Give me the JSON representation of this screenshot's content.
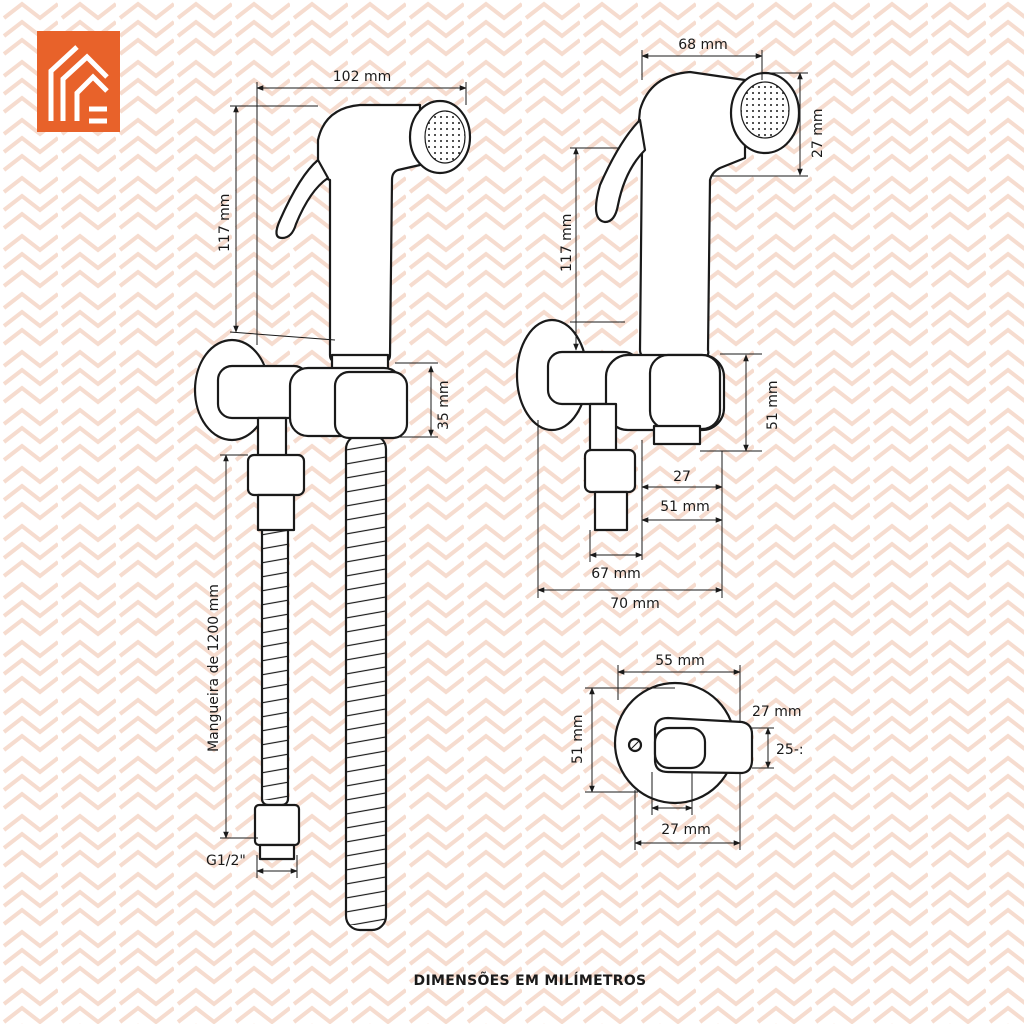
{
  "colors": {
    "brand": "#e8622a",
    "pattern": "#f6dccf",
    "line": "#1a1a1a"
  },
  "logo": {
    "icon": "brand-logo-icon"
  },
  "views": {
    "side": {
      "width": "102 mm",
      "height": "117 mm",
      "holder": "35 mm",
      "hose": "Mangueira de 1200 mm",
      "thread": "G1/2\""
    },
    "angle": {
      "head_width": "68 mm",
      "head_height": "27 mm",
      "height": "117 mm",
      "valve": "51 mm",
      "d1": "27",
      "d2": "51 mm",
      "d3": "67 mm",
      "d4": "70 mm"
    },
    "top": {
      "width": "55 mm",
      "height": "51 mm",
      "knob": "27 mm",
      "knob_h": "25-:",
      "base": "27 mm"
    }
  },
  "caption": "DIMENSÕES EM MILÍMETROS"
}
